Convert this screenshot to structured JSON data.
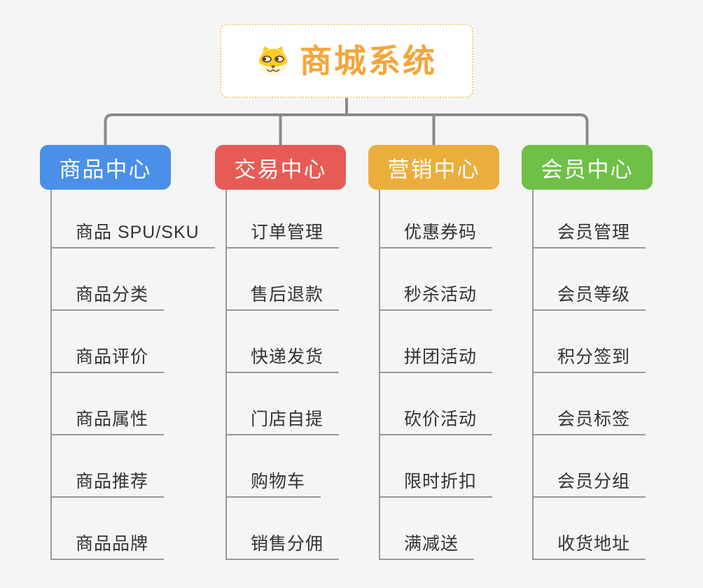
{
  "page": {
    "background_color": "#f5f5f5",
    "connector_color": "#8a8a8a",
    "leaf_line_color": "#999999",
    "leaf_text_color": "#333333"
  },
  "root": {
    "title": "商城系统",
    "icon": "doge-dog-face-icon",
    "title_color": "#f2a63c",
    "border_color": "#f6ca8a",
    "background": "#ffffff"
  },
  "branches": [
    {
      "label": "商品中心",
      "color": "#4a90e8",
      "children": [
        "商品 SPU/SKU",
        "商品分类",
        "商品评价",
        "商品属性",
        "商品推荐",
        "商品品牌"
      ]
    },
    {
      "label": "交易中心",
      "color": "#e65c55",
      "children": [
        "订单管理",
        "售后退款",
        "快递发货",
        "门店自提",
        "购物车",
        "销售分佣"
      ]
    },
    {
      "label": "营销中心",
      "color": "#ebae3c",
      "children": [
        "优惠券码",
        "秒杀活动",
        "拼团活动",
        "砍价活动",
        "限时折扣",
        "满减送"
      ]
    },
    {
      "label": "会员中心",
      "color": "#6fc047",
      "children": [
        "会员管理",
        "会员等级",
        "积分签到",
        "会员标签",
        "会员分组",
        "收货地址"
      ]
    }
  ]
}
